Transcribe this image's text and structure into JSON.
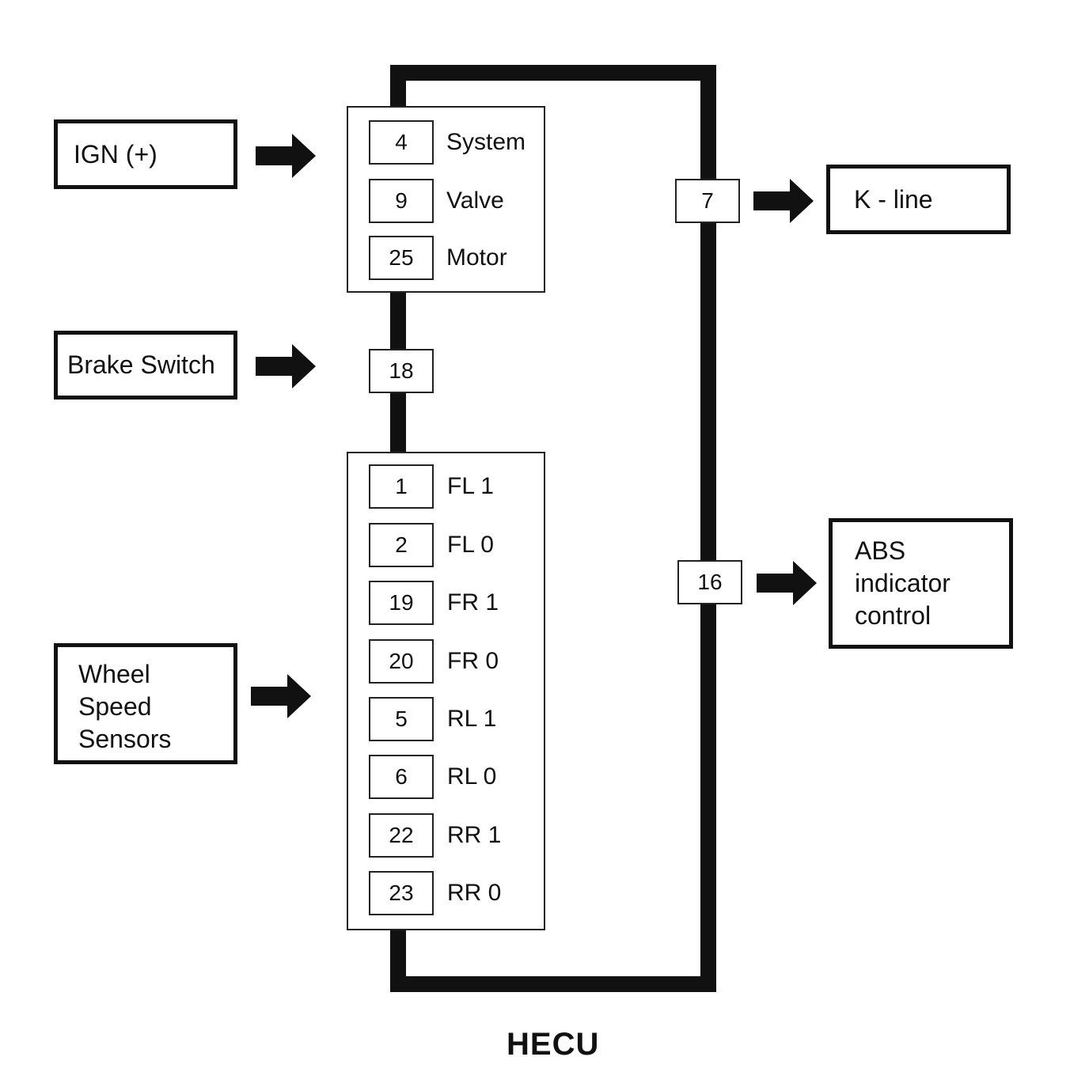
{
  "title": "HECU",
  "inputs": {
    "ign": "IGN (+)",
    "brake": "Brake Switch",
    "wheel": [
      "Wheel",
      "Speed",
      "Sensors"
    ]
  },
  "outputs": {
    "kline": "K - line",
    "abs": [
      "ABS",
      "indicator",
      "control"
    ]
  },
  "power_pins": [
    {
      "pin": "4",
      "label": "System"
    },
    {
      "pin": "9",
      "label": "Valve"
    },
    {
      "pin": "25",
      "label": "Motor"
    }
  ],
  "brake_pin": "18",
  "sensor_pins": [
    {
      "pin": "1",
      "label": "FL 1"
    },
    {
      "pin": "2",
      "label": "FL 0"
    },
    {
      "pin": "19",
      "label": "FR 1"
    },
    {
      "pin": "20",
      "label": "FR 0"
    },
    {
      "pin": "5",
      "label": "RL 1"
    },
    {
      "pin": "6",
      "label": "RL 0"
    },
    {
      "pin": "22",
      "label": "RR 1"
    },
    {
      "pin": "23",
      "label": "RR 0"
    }
  ],
  "kline_pin": "7",
  "abs_pin": "16"
}
